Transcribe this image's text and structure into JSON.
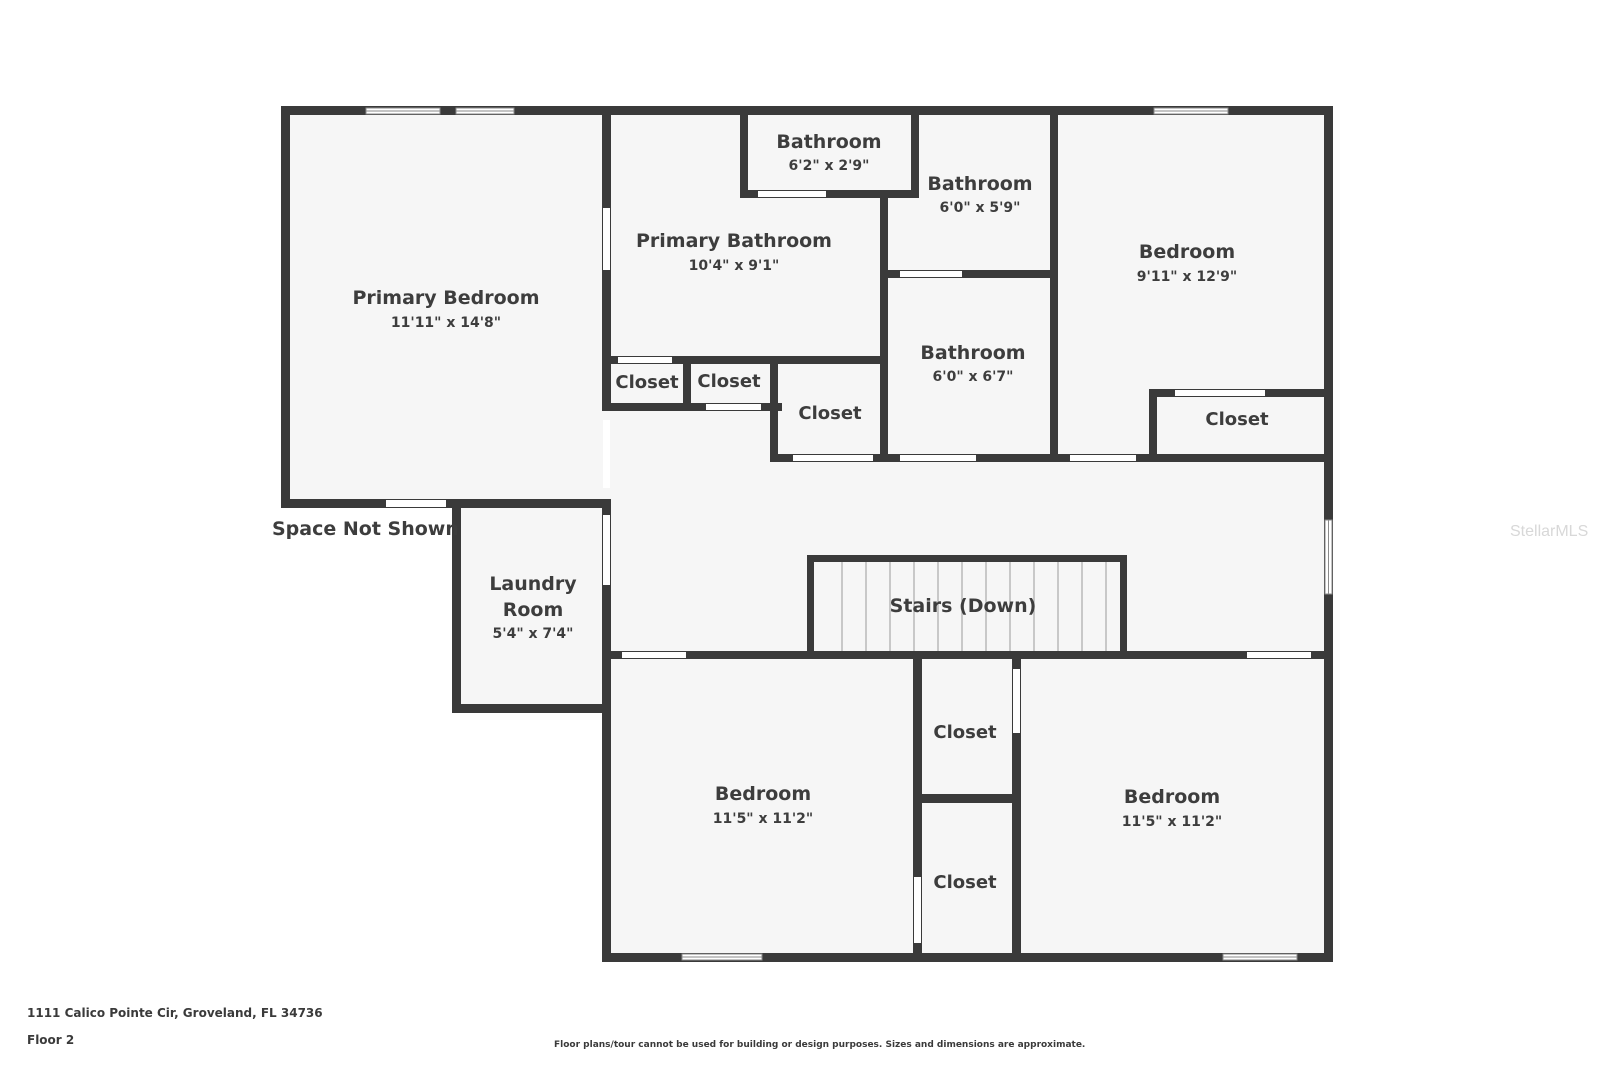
{
  "plan": {
    "colors": {
      "wall": "#3a3a3a",
      "floor": "#f6f6f6",
      "opening": "#ffffff",
      "text": "#3d3d3d"
    },
    "rooms": [
      {
        "id": "primary-bedroom",
        "name": "Primary Bedroom",
        "dims": "11'11\" x 14'8\""
      },
      {
        "id": "bathroom-small",
        "name": "Bathroom",
        "dims": "6'2\" x 2'9\""
      },
      {
        "id": "primary-bathroom",
        "name": "Primary Bathroom",
        "dims": "10'4\" x 9'1\""
      },
      {
        "id": "bathroom-upper",
        "name": "Bathroom",
        "dims": "6'0\" x 5'9\""
      },
      {
        "id": "bedroom-ne",
        "name": "Bedroom",
        "dims": "9'11\" x 12'9\""
      },
      {
        "id": "bathroom-lower",
        "name": "Bathroom",
        "dims": "6'0\" x 6'7\""
      },
      {
        "id": "closet-1",
        "name": "Closet"
      },
      {
        "id": "closet-2",
        "name": "Closet"
      },
      {
        "id": "closet-3",
        "name": "Closet"
      },
      {
        "id": "closet-4",
        "name": "Closet"
      },
      {
        "id": "laundry-room",
        "name_lines": [
          "Laundry",
          "Room"
        ],
        "dims": "5'4\" x 7'4\""
      },
      {
        "id": "stairs",
        "name": "Stairs (Down)"
      },
      {
        "id": "bedroom-sw",
        "name": "Bedroom",
        "dims": "11'5\" x 11'2\""
      },
      {
        "id": "closet-5",
        "name": "Closet"
      },
      {
        "id": "closet-6",
        "name": "Closet"
      },
      {
        "id": "bedroom-se",
        "name": "Bedroom",
        "dims": "11'5\" x 11'2\""
      }
    ],
    "space_not_shown": "Space Not Shown"
  },
  "footer": {
    "address": "1111 Calico Pointe Cir, Groveland, FL 34736",
    "floor": "Floor 2",
    "disclaimer": "Floor plans/tour cannot be used for building or design purposes. Sizes and dimensions are approximate."
  },
  "watermark": "StellarMLS"
}
